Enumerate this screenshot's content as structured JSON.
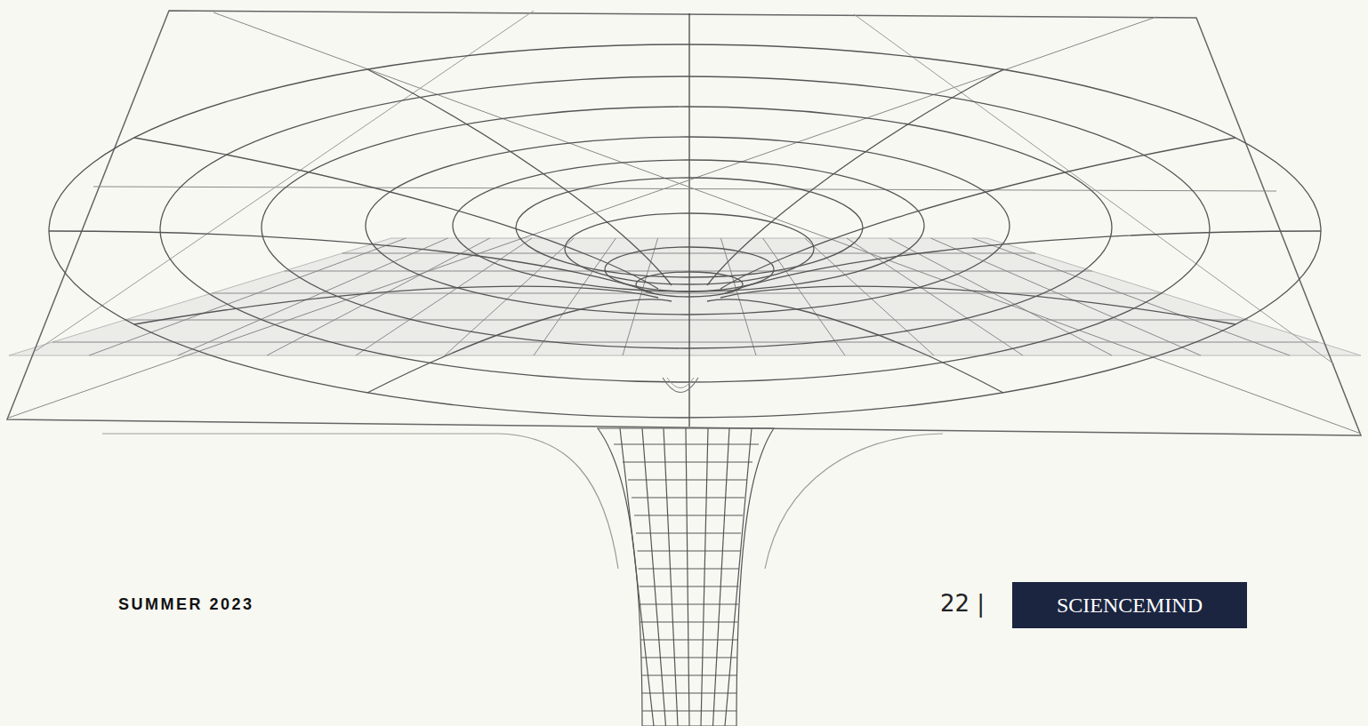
{
  "diagram": {
    "nodes": [
      {
        "text": [
          "SCIENCEMIND"
        ]
      }
    ],
    "labels": [
      "SUMMER 2023",
      "22 |"
    ]
  }
}
